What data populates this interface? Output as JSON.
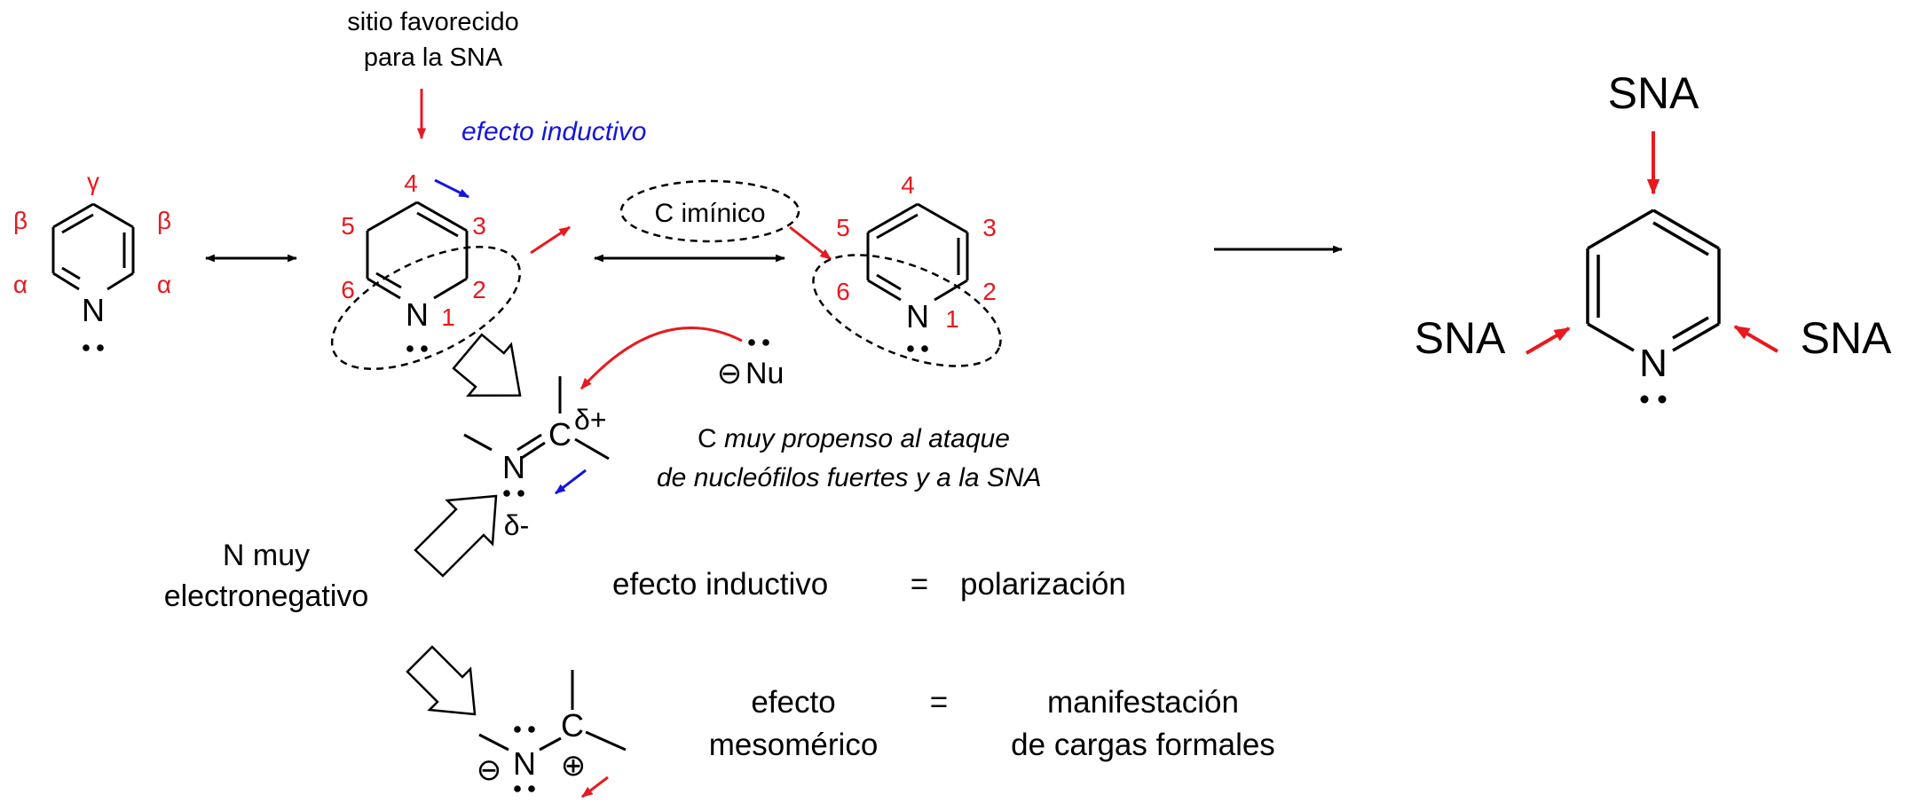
{
  "colors": {
    "ink": "#000000",
    "red": "#e8191f",
    "blue": "#1515e0"
  },
  "left_pyridine": {
    "n": "N",
    "positions": {
      "gamma": "γ",
      "beta_left": "β",
      "beta_right": "β",
      "alpha_left": "α",
      "alpha_right": "α"
    }
  },
  "center_pyridine": {
    "n": "N",
    "numbers": {
      "n1": "1",
      "n2": "2",
      "n3": "3",
      "n4": "4",
      "n5": "5",
      "n6": "6"
    },
    "favored_site": {
      "line1": "sitio favorecido",
      "line2": "para la SNA"
    },
    "inductive_label": "efecto inductivo"
  },
  "iminic_label": "C imínico",
  "right_pyridine": {
    "n": "N",
    "numbers": {
      "n1": "1",
      "n2": "2",
      "n3": "3",
      "n4": "4",
      "n5": "5",
      "n6": "6"
    }
  },
  "nucleophile": {
    "charge": "⊖",
    "label": "Nu"
  },
  "imine_fragment": {
    "n": "N",
    "c": "C",
    "delta_plus": "δ+",
    "delta_minus": "δ-"
  },
  "attack_note": {
    "line1_prefix": "C ",
    "line1_italic": "muy propenso al ataque",
    "line2": "de nucleófilos fuertes y a la SNA"
  },
  "electronegative_note": {
    "line1": "N muy",
    "line2": "electronegativo"
  },
  "inductive_equation": {
    "left": "efecto inductivo",
    "equals": "=",
    "right": "polarización"
  },
  "mesomeric_fragment": {
    "n": "N",
    "c": "C",
    "minus": "⊖",
    "plus": "⊕"
  },
  "mesomeric_equation": {
    "left_line1": "efecto",
    "left_line2": "mesomérico",
    "equals": "=",
    "right_line1": "manifestación",
    "right_line2": "de cargas formales"
  },
  "product_pyridine": {
    "n": "N",
    "top": "SNA",
    "left": "SNA",
    "right": "SNA"
  }
}
